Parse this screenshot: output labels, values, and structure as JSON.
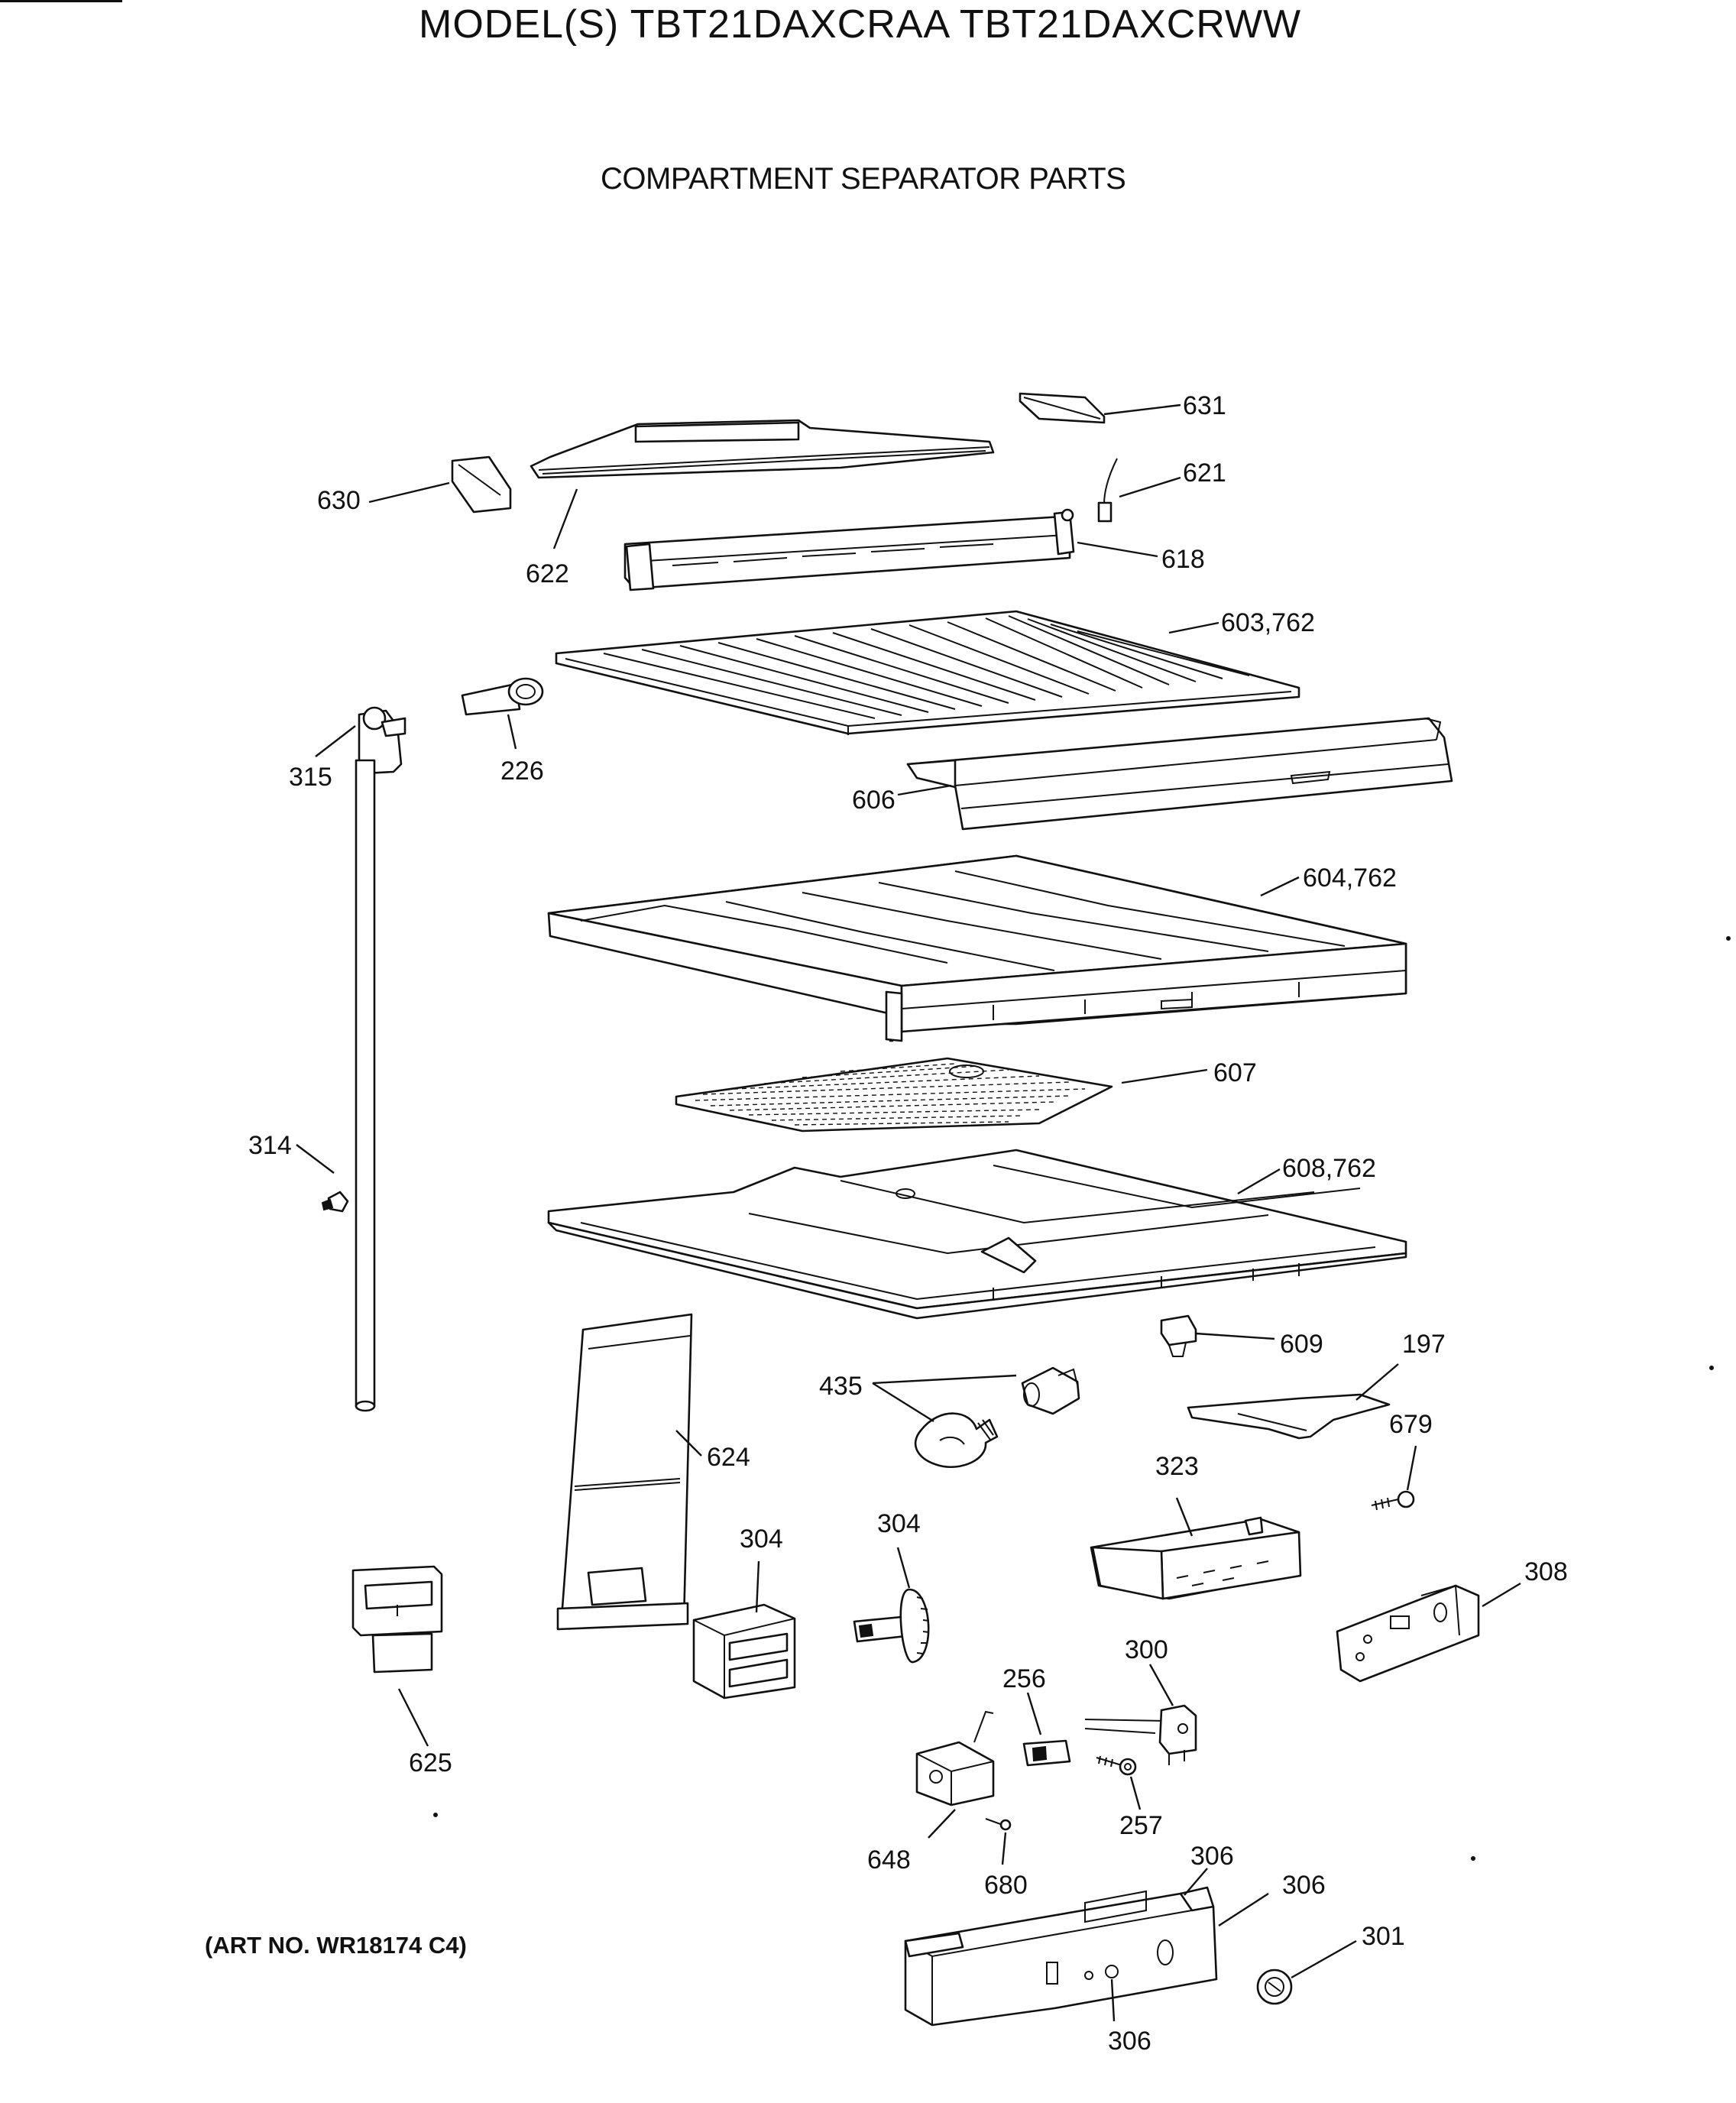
{
  "header": {
    "title": "MODEL(S) TBT21DAXCRAA  TBT21DAXCRWW",
    "subtitle": "COMPARTMENT SEPARATOR PARTS"
  },
  "footer": {
    "art_number": "(ART NO. WR18174 C4)"
  },
  "callouts": {
    "c631": "631",
    "c621": "621",
    "c630": "630",
    "c622": "622",
    "c618": "618",
    "c603": "603,762",
    "c315": "315",
    "c226": "226",
    "c606": "606",
    "c604": "604,762",
    "c607": "607",
    "c314": "314",
    "c608": "608,762",
    "c609": "609",
    "c197": "197",
    "c435": "435",
    "c624": "624",
    "c679": "679",
    "c323": "323",
    "c304a": "304",
    "c304b": "304",
    "c308": "308",
    "c300": "300",
    "c256": "256",
    "c625": "625",
    "c257": "257",
    "c648": "648",
    "c680": "680",
    "c306a": "306",
    "c306b": "306",
    "c301": "301",
    "c306c": "306"
  }
}
